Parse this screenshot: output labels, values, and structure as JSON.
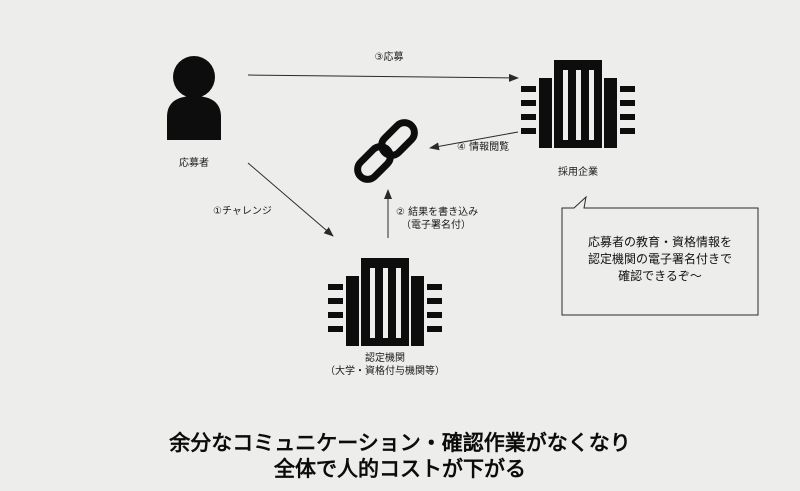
{
  "nodes": {
    "applicant": {
      "label": "応募者"
    },
    "employer": {
      "label": "採用企業"
    },
    "certifier": {
      "label": "認定機関",
      "sublabel": "（大学・資格付与機関等）"
    }
  },
  "edges": {
    "apply": "③応募",
    "challenge": "①チャレンジ",
    "write_result": "② 結果を書き込み",
    "write_result_sub": "（電子署名付）",
    "view_info": "④ 情報閲覧"
  },
  "callout": {
    "lines": [
      "応募者の教育・資格情報を",
      "認定機関の電子署名付きで",
      "確認できるぞ～"
    ]
  },
  "headline": {
    "line1": "余分なコミュニケーション・確認作業がなくなり",
    "line2": "全体で人的コストが下がる"
  },
  "colors": {
    "background": "#ededeb",
    "ink": "#0d0d0d"
  }
}
